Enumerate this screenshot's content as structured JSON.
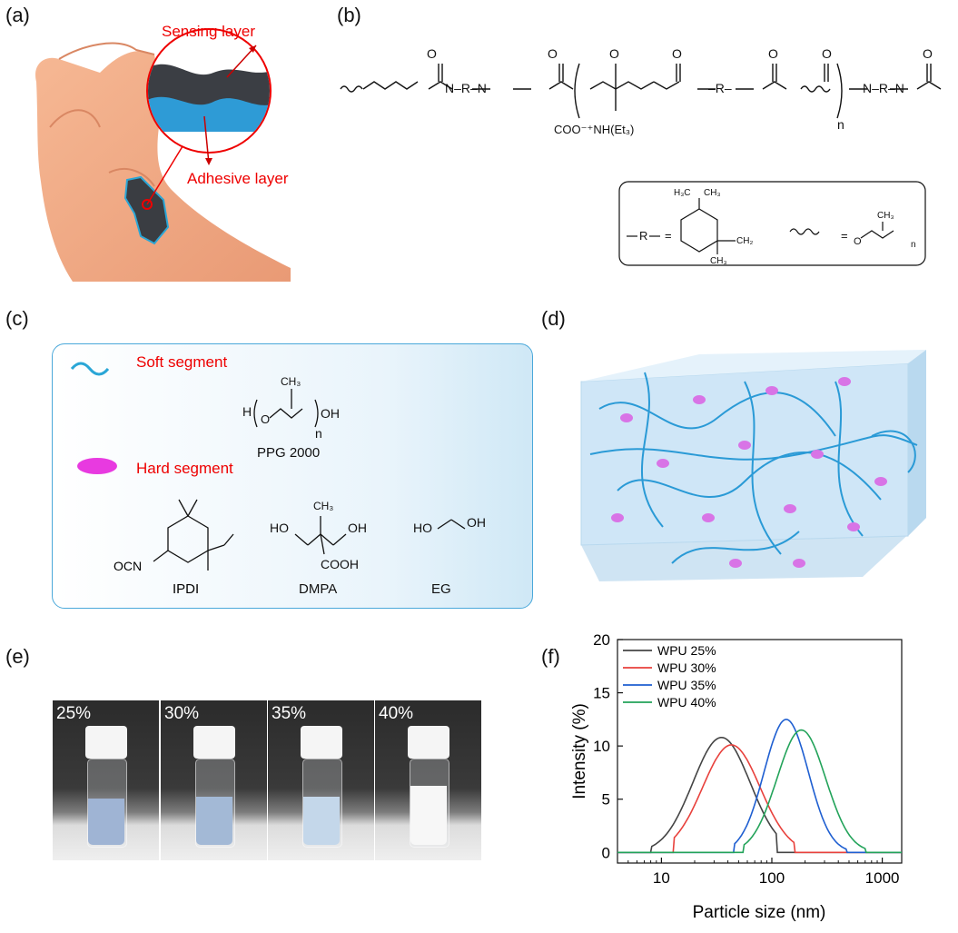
{
  "panels": {
    "a": {
      "label": "(a)",
      "sensing": "Sensing layer",
      "adhesive": "Adhesive layer"
    },
    "b": {
      "label": "(b)",
      "salt": "COO⁻⁺NH(Et₃)",
      "n": "n",
      "legend": {
        "r_eq": "= ",
        "ch2": "CH₂",
        "h3c": "H₃C",
        "ch3": "CH₃",
        "n": "n"
      }
    },
    "c": {
      "label": "(c)",
      "soft": "Soft segment",
      "hard": "Hard segment",
      "ppg": "PPG 2000",
      "ipdi": "IPDI",
      "dmpa": "DMPA",
      "eg": "EG",
      "ocn": "OCN",
      "cooh": "COOH",
      "ho": "HO",
      "oh": "OH",
      "ch3": "CH₃",
      "h": "H",
      "n": "n"
    },
    "d": {
      "label": "(d)"
    },
    "e": {
      "label": "(e)",
      "vials": [
        "25%",
        "30%",
        "35%",
        "40%"
      ],
      "colors": [
        "#9fb4d4",
        "#a3b9d6",
        "#c4d7ea",
        "#f7f7f7"
      ]
    },
    "f": {
      "label": "(f)"
    }
  },
  "chart_data": {
    "type": "line",
    "xlabel": "Particle size (nm)",
    "ylabel": "Intensity (%)",
    "xscale": "log",
    "xlim": [
      4,
      1500
    ],
    "ylim": [
      -1,
      20
    ],
    "xticks": [
      10,
      100,
      1000
    ],
    "xtick_labels": [
      "10",
      "100",
      "1000"
    ],
    "yticks": [
      0,
      5,
      10,
      15,
      20
    ],
    "ytick_labels": [
      "0",
      "5",
      "10",
      "15",
      "20"
    ],
    "legend_position": "top-left",
    "series": [
      {
        "name": "WPU 25%",
        "color": "#444444",
        "peak_x": 35,
        "peak_y": 10.8,
        "width": 0.26,
        "start": 8,
        "end": 110
      },
      {
        "name": "WPU 30%",
        "color": "#e8413c",
        "peak_x": 43,
        "peak_y": 10.1,
        "width": 0.26,
        "start": 13,
        "end": 160
      },
      {
        "name": "WPU 35%",
        "color": "#1f5fd1",
        "peak_x": 135,
        "peak_y": 12.5,
        "width": 0.2,
        "start": 45,
        "end": 480
      },
      {
        "name": "WPU 40%",
        "color": "#23a35a",
        "peak_x": 185,
        "peak_y": 11.5,
        "width": 0.22,
        "start": 55,
        "end": 700
      }
    ]
  }
}
